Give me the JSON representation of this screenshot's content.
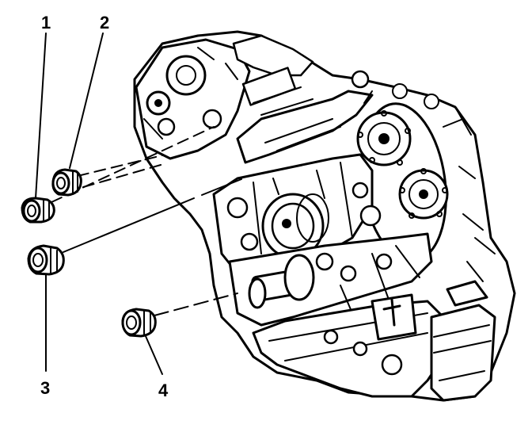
{
  "callouts": [
    {
      "label": "1",
      "part": "plug"
    },
    {
      "label": "2",
      "part": "plug"
    },
    {
      "label": "3",
      "part": "plug"
    },
    {
      "label": "4",
      "part": "plug"
    }
  ],
  "colors": {
    "ink": "#000000",
    "paper": "#ffffff"
  }
}
